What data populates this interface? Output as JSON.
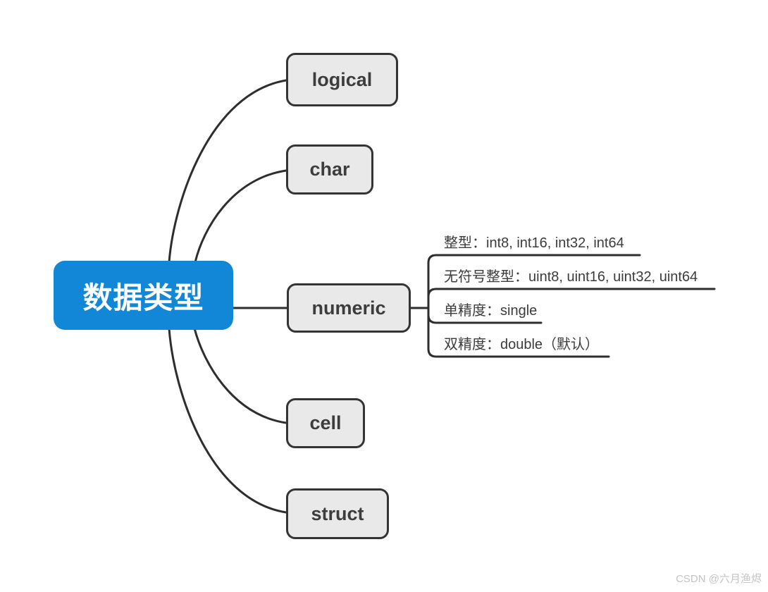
{
  "map": {
    "root": {
      "label": "数据类型"
    },
    "children": [
      {
        "label": "logical"
      },
      {
        "label": "char"
      },
      {
        "label": "numeric",
        "children": [
          {
            "label": "整型：int8, int16, int32, int64"
          },
          {
            "label": "无符号整型：uint8, uint16, uint32, uint64"
          },
          {
            "label": "单精度：single"
          },
          {
            "label": "双精度：double（默认）"
          }
        ]
      },
      {
        "label": "cell"
      },
      {
        "label": "struct"
      }
    ]
  },
  "colors": {
    "root_fill": "#1287d8",
    "root_text": "#ffffff",
    "node_fill": "#e9e9e9",
    "node_border": "#343434",
    "node_text": "#3d3d3d",
    "connector_line": "#2e2e2e",
    "subtopic_text": "#3c3c3c",
    "watermark_text": "#c3c3c3"
  },
  "watermark": {
    "label": "CSDN @六月渔烬"
  }
}
